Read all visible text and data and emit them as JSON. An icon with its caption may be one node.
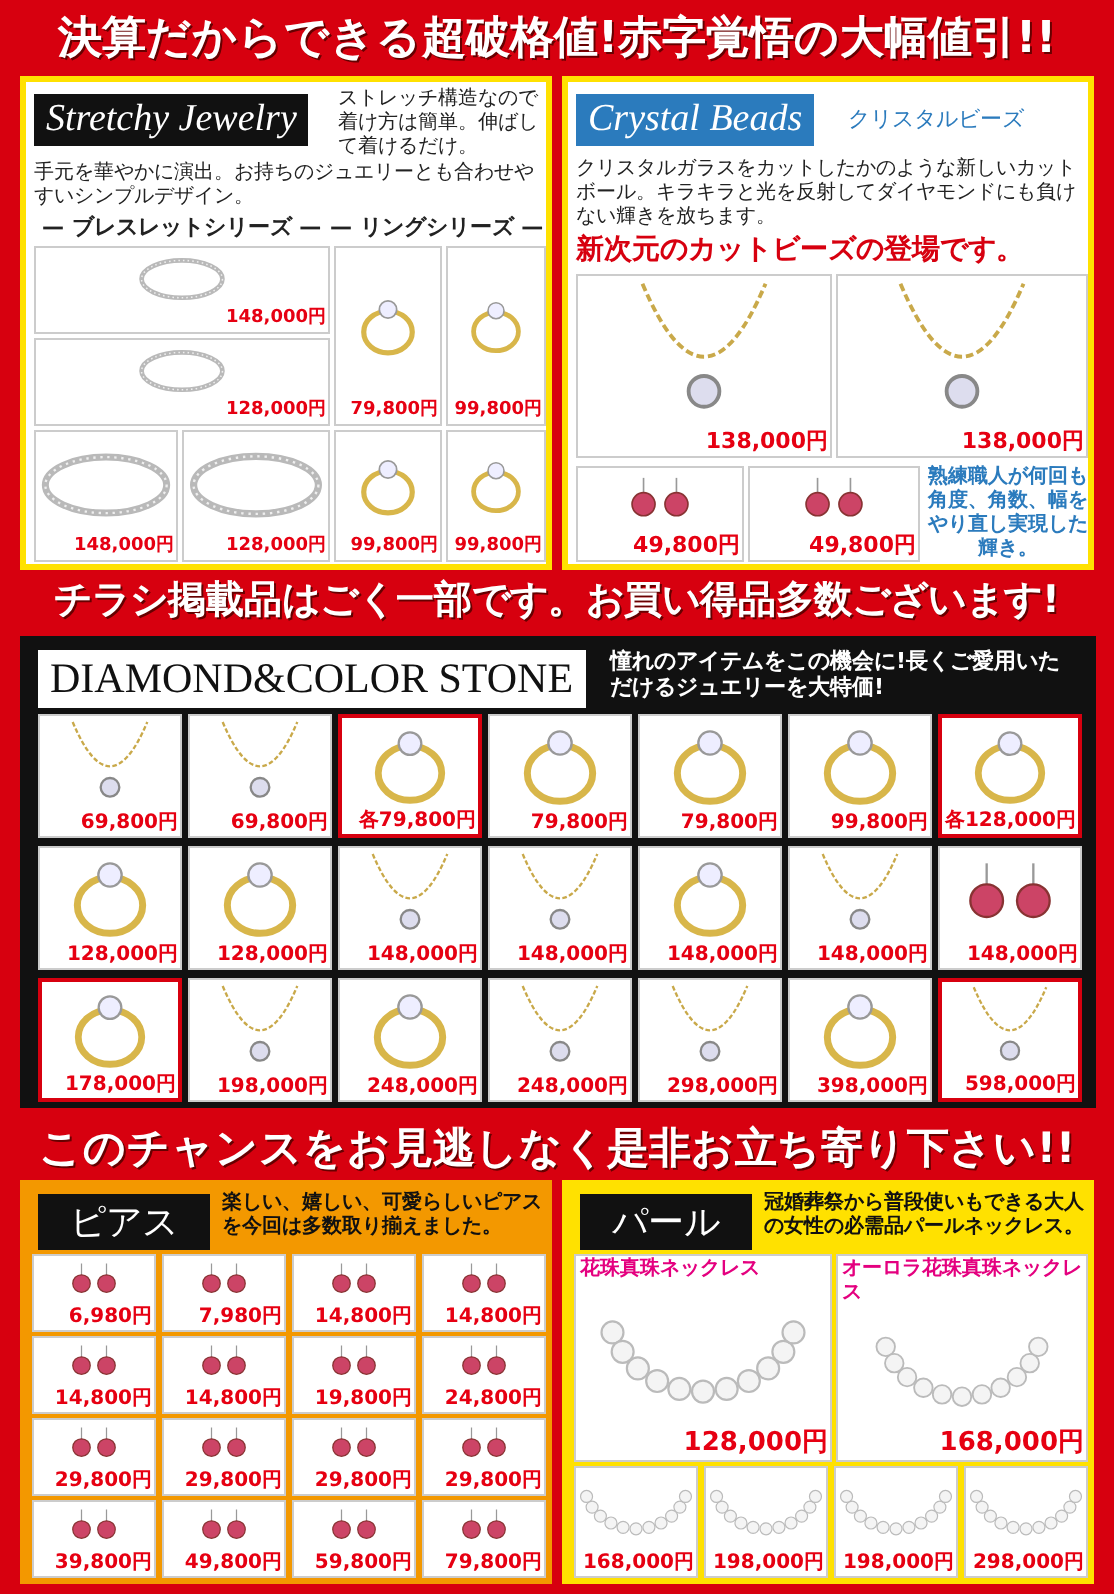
{
  "diagram": {
    "title": "決算だからできる超破格値!赤字覚悟の大幅値引!!",
    "nodes": [
      {
        "text": [
          "Stretchy Jewelry",
          "ストレッチ構造なので着け方は簡単。伸ばして着けるだけ。",
          "手元を華やかに演出。お持ちのジュエリーとも合わせやすいシンプルデザイン。",
          "— ブレスレットシリーズ —",
          "— リングシリーズ —"
        ]
      },
      {
        "text": [
          "148,000円"
        ],
        "in": 0
      },
      {
        "text": [
          "128,000円"
        ],
        "in": 0
      },
      {
        "text": [
          "148,000円"
        ],
        "in": 0
      },
      {
        "text": [
          "128,000円"
        ],
        "in": 0
      },
      {
        "text": [
          "79,800円"
        ],
        "in": 0
      },
      {
        "text": [
          "99,800円"
        ],
        "in": 0
      },
      {
        "text": [
          "99,800円"
        ],
        "in": 0
      },
      {
        "text": [
          "99,800円"
        ],
        "in": 0
      },
      {
        "text": [
          "Crystal Beads",
          "クリスタルビーズ",
          "クリスタルガラスをカットしたかのような新しいカットボール。キラキラと光を反射してダイヤモンドにも負けない輝きを放ちます。",
          "新次元のカットビーズの登場です。",
          "熟練職人が何回も角度、角数、幅をやり直し実現した輝き。"
        ]
      },
      {
        "text": [
          "138,000円"
        ],
        "in": 9
      },
      {
        "text": [
          "138,000円"
        ],
        "in": 9
      },
      {
        "text": [
          "49,800円"
        ],
        "in": 9
      },
      {
        "text": [
          "49,800円"
        ],
        "in": 9
      },
      {
        "text": [
          "DIAMOND&COLOR STONE",
          "憧れのアイテムをこの機会に!長くご愛用いただけるジュエリーを大特価!"
        ]
      },
      {
        "text": [
          "69,800円"
        ],
        "in": 14
      },
      {
        "text": [
          "69,800円"
        ],
        "in": 14
      },
      {
        "text": [
          "各79,800円"
        ],
        "in": 14
      },
      {
        "text": [
          "79,800円"
        ],
        "in": 14
      },
      {
        "text": [
          "79,800円"
        ],
        "in": 14
      },
      {
        "text": [
          "99,800円"
        ],
        "in": 14
      },
      {
        "text": [
          "各128,000円"
        ],
        "in": 14
      },
      {
        "text": [
          "128,000円"
        ],
        "in": 14
      },
      {
        "text": [
          "128,000円"
        ],
        "in": 14
      },
      {
        "text": [
          "148,000円"
        ],
        "in": 14
      },
      {
        "text": [
          "148,000円"
        ],
        "in": 14
      },
      {
        "text": [
          "148,000円"
        ],
        "in": 14
      },
      {
        "text": [
          "148,000円"
        ],
        "in": 14
      },
      {
        "text": [
          "148,000円"
        ],
        "in": 14
      },
      {
        "text": [
          "178,000円"
        ],
        "in": 14
      },
      {
        "text": [
          "198,000円"
        ],
        "in": 14
      },
      {
        "text": [
          "248,000円"
        ],
        "in": 14
      },
      {
        "text": [
          "248,000円"
        ],
        "in": 14
      },
      {
        "text": [
          "298,000円"
        ],
        "in": 14
      },
      {
        "text": [
          "398,000円"
        ],
        "in": 14
      },
      {
        "text": [
          "598,000円"
        ],
        "in": 14
      },
      {
        "text": [
          "ピアス",
          "楽しい、嬉しい、可愛らしいピアスを今回は多数取り揃えました。"
        ]
      },
      {
        "text": [
          "6,980円"
        ],
        "in": 36
      },
      {
        "text": [
          "7,980円"
        ],
        "in": 36
      },
      {
        "text": [
          "14,800円"
        ],
        "in": 36
      },
      {
        "text": [
          "14,800円"
        ],
        "in": 36
      },
      {
        "text": [
          "14,800円"
        ],
        "in": 36
      },
      {
        "text": [
          "14,800円"
        ],
        "in": 36
      },
      {
        "text": [
          "19,800円"
        ],
        "in": 36
      },
      {
        "text": [
          "24,800円"
        ],
        "in": 36
      },
      {
        "text": [
          "29,800円"
        ],
        "in": 36
      },
      {
        "text": [
          "29,800円"
        ],
        "in": 36
      },
      {
        "text": [
          "29,800円"
        ],
        "in": 36
      },
      {
        "text": [
          "29,800円"
        ],
        "in": 36
      },
      {
        "text": [
          "39,800円"
        ],
        "in": 36
      },
      {
        "text": [
          "49,800円"
        ],
        "in": 36
      },
      {
        "text": [
          "59,800円"
        ],
        "in": 36
      },
      {
        "text": [
          "79,800円"
        ],
        "in": 36
      },
      {
        "text": [
          "パール",
          "冠婚葬祭から普段使いもできる大人の女性の必需品パールネックレス。"
        ]
      },
      {
        "text": [
          "花珠真珠ネックレス",
          "128,000円"
        ],
        "in": 53
      },
      {
        "text": [
          "オーロラ花珠真珠ネックレス",
          "168,000円"
        ],
        "in": 53
      },
      {
        "text": [
          "168,000円"
        ],
        "in": 53
      },
      {
        "text": [
          "198,000円"
        ],
        "in": 53
      },
      {
        "text": [
          "198,000円"
        ],
        "in": 53
      },
      {
        "text": [
          "298,000円"
        ],
        "in": 53
      }
    ],
    "labels": [
      "チラシ掲載品はごく一部です。お買い得品多数ございます!",
      "このチャンスをお見逃しなく是非お立ち寄り下さい!!"
    ]
  }
}
